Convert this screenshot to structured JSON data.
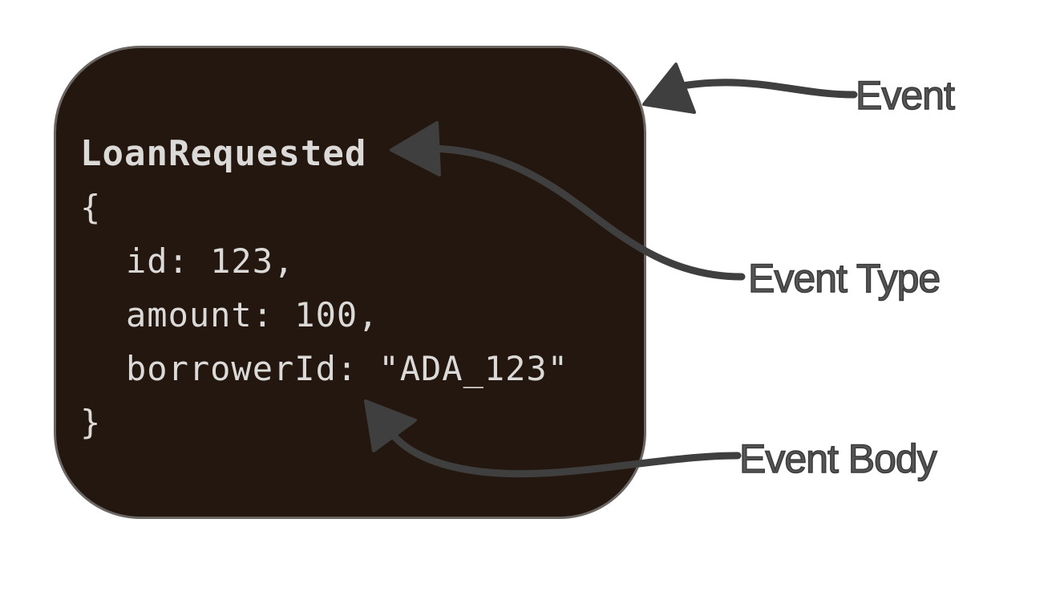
{
  "card": {
    "type_name": "LoanRequested",
    "open_brace": "{",
    "fields": [
      "id: 123,",
      "amount: 100,",
      "borrowerId: \"ADA_123\""
    ],
    "close_brace": "}"
  },
  "labels": {
    "event": "Event",
    "event_type": "Event Type",
    "event_body": "Event Body"
  },
  "colors": {
    "card_background": "#231710",
    "card_border": "#6b6663",
    "code_text": "#dcdad8",
    "arrow": "#3f3f3f",
    "label_text": "#555555"
  }
}
